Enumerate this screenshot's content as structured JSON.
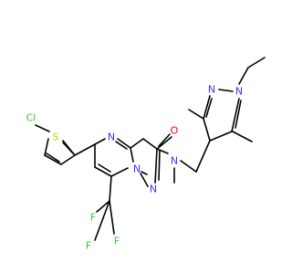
{
  "diagram": {
    "type": "chemical-structure",
    "colors": {
      "C": "#000000",
      "N": "#3333ff",
      "O": "#ff0000",
      "F": "#33cc33",
      "Cl": "#33cc33",
      "S": "#cccc00"
    },
    "atom_labels": {
      "cl": "Cl",
      "s": "S",
      "n_ring_top": "N",
      "n_fused": "N",
      "n_pz": "N",
      "o": "O",
      "n_amide": "N",
      "n_pyr1": "N",
      "n_pyr2": "N",
      "f1": "F",
      "f2": "F",
      "f3": "F"
    }
  }
}
